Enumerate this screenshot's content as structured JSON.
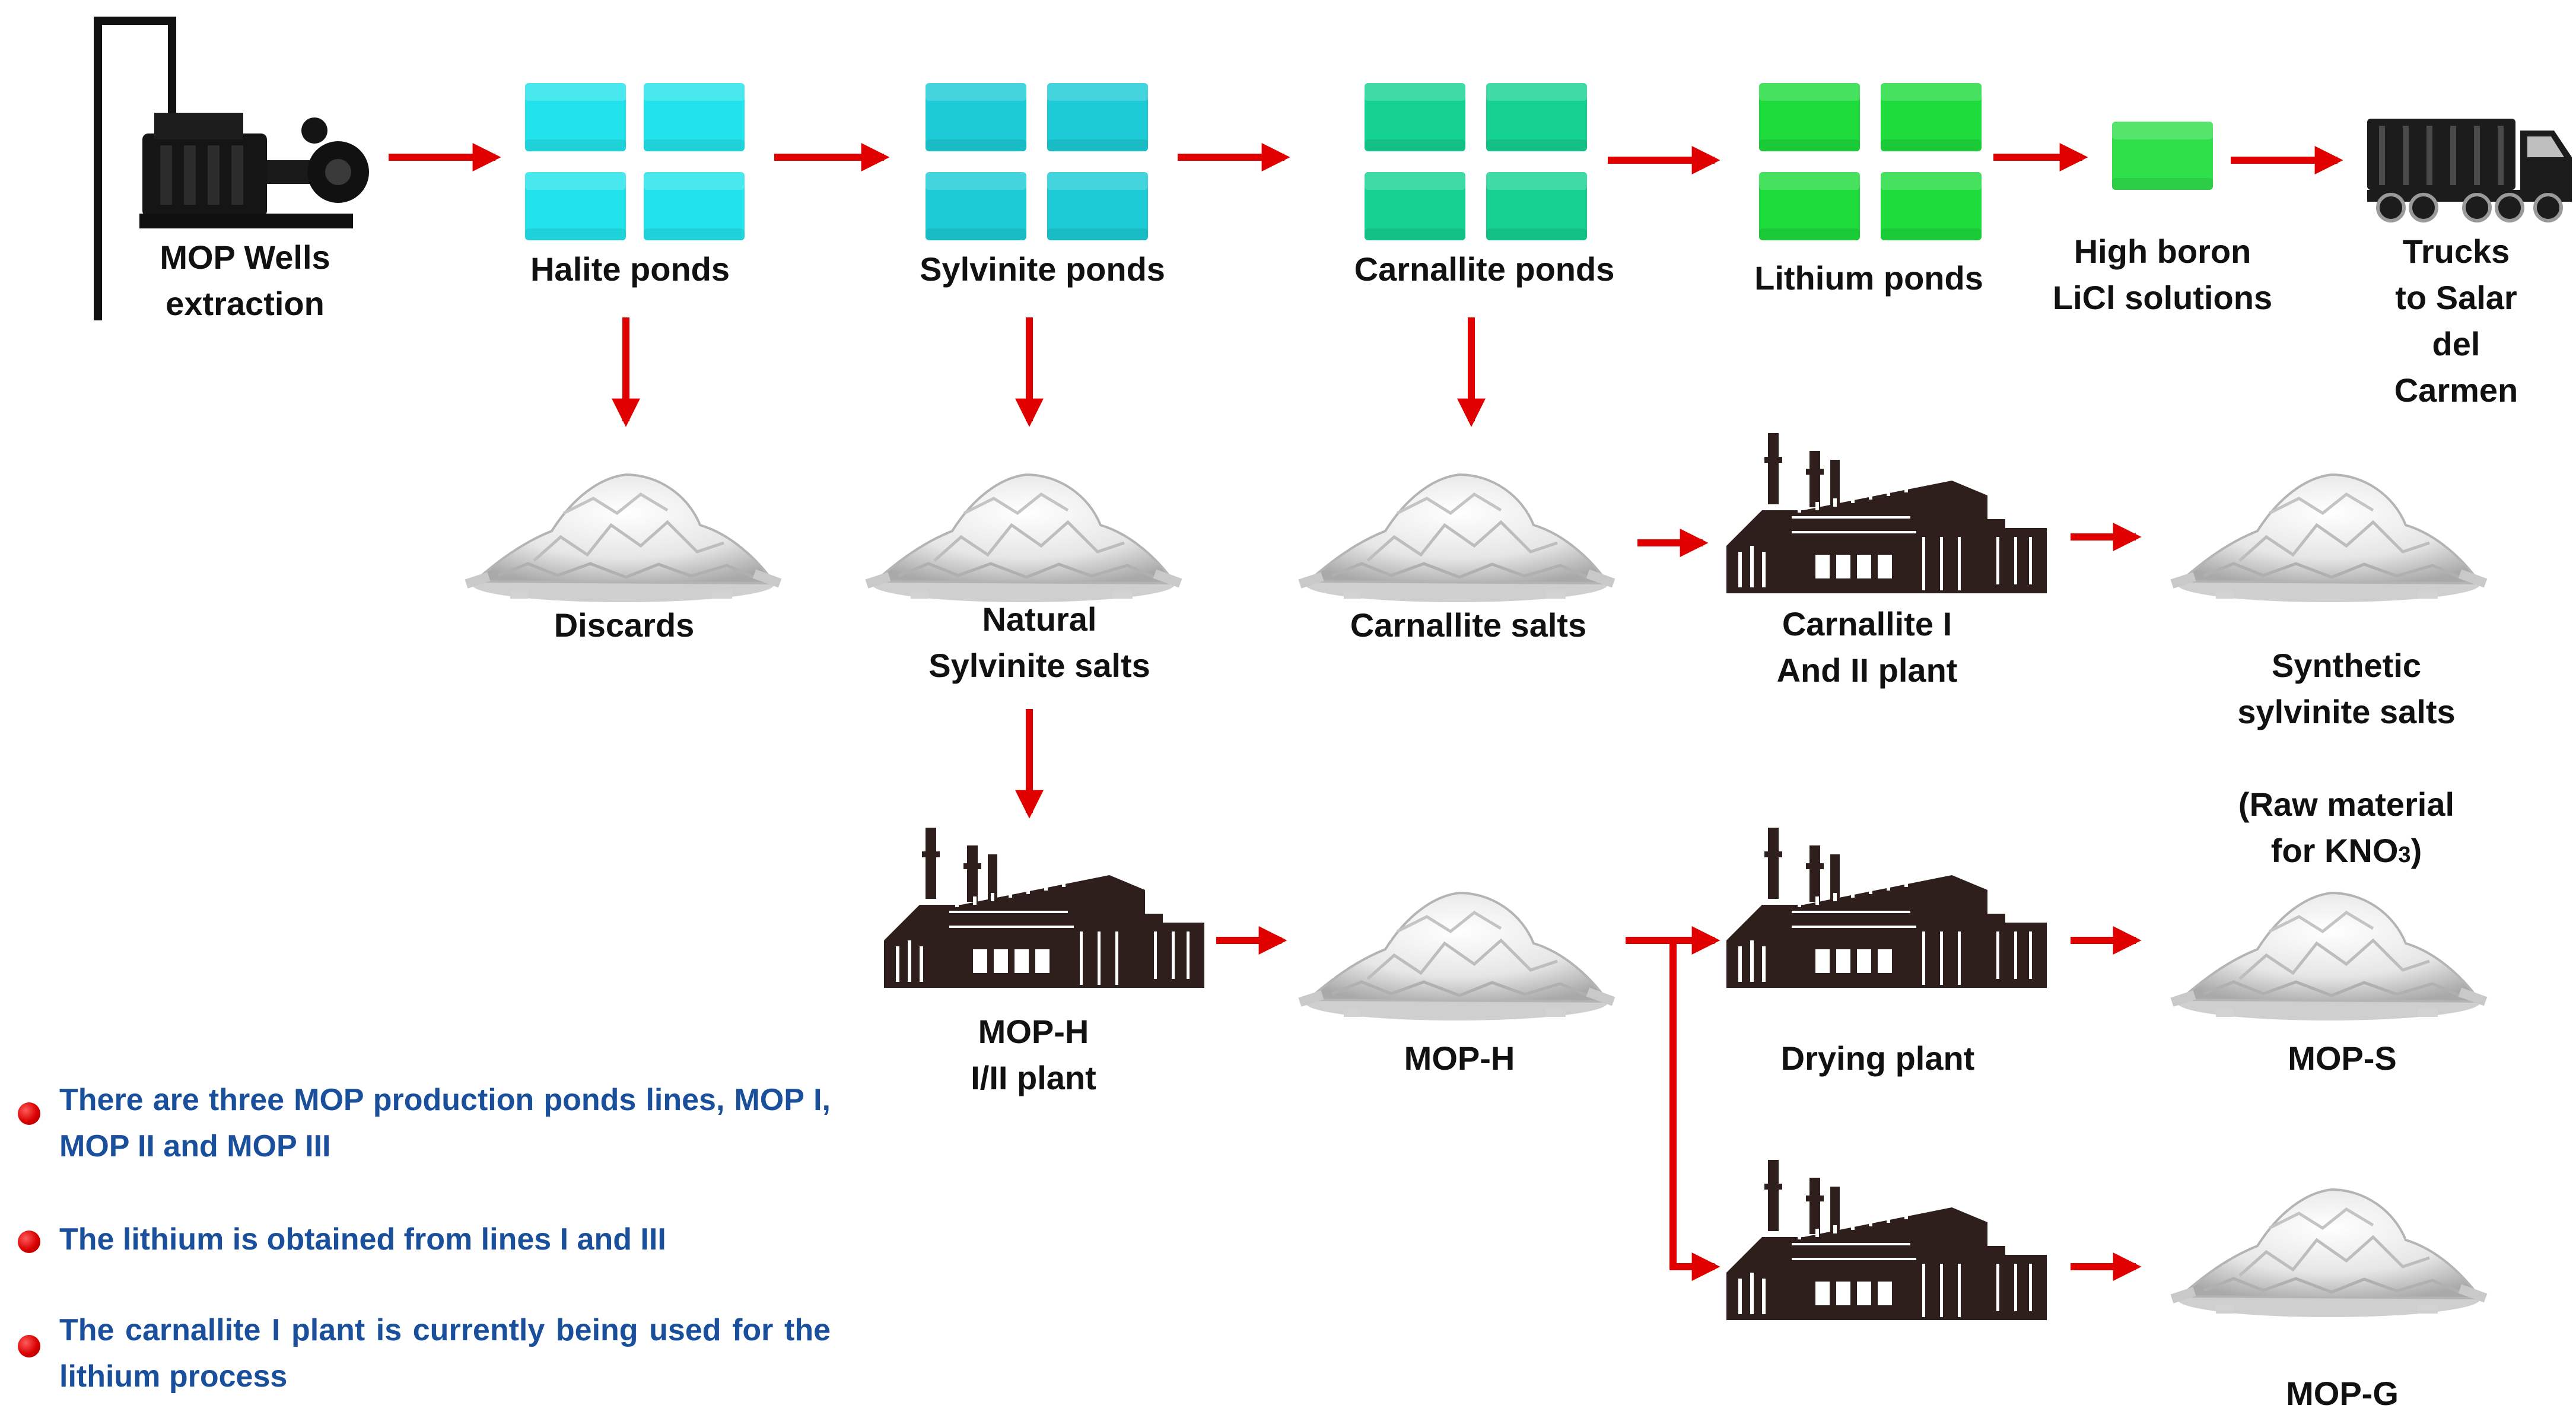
{
  "colors": {
    "arrow": "#e00000",
    "halite": "#22e3ec",
    "sylvinite": "#1ccbd6",
    "carnallite": "#15d293",
    "lithium": "#1edc3c",
    "boron": "#2fe04a",
    "factory": "#2e1f1c",
    "note_text": "#1a4f9c",
    "bullet": "#d90000"
  },
  "icons": {
    "pump": "pump-engine-icon",
    "pond": "pond-tile-icon",
    "salt": "salt-pile-icon",
    "plant": "factory-icon",
    "truck": "truck-icon"
  },
  "stages": {
    "wells": "MOP Wells\nextraction",
    "halite": "Halite ponds",
    "sylvinite": "Sylvinite ponds",
    "carnallite": "Carnallite ponds",
    "lithium": "Lithium ponds",
    "boron": "High boron\nLiCl solutions",
    "trucks": "Trucks to Salar\ndel Carmen"
  },
  "products": {
    "discards": "Discards",
    "natural_sylvinite": "Natural\nSylvinite salts",
    "carnallite_salts": "Carnallite salts",
    "carnallite_plant": "Carnallite I\nAnd II plant",
    "synthetic_sylvinite": "Synthetic sylvinite salts",
    "synthetic_sylvinite_note": "(Raw material for KNO",
    "synthetic_sylvinite_sub": "3",
    "synthetic_sylvinite_close": ")",
    "moph_plant": "MOP-H\nI/II plant",
    "moph": "MOP-H",
    "drying_plant": "Drying plant",
    "mops": "MOP-S",
    "mopg": "MOP-G"
  },
  "notes": [
    "There are three MOP production ponds lines, MOP I, MOP II and MOP III",
    "The lithium is obtained from lines I and III",
    "The carnallite I plant is currently being used for the lithium process"
  ]
}
